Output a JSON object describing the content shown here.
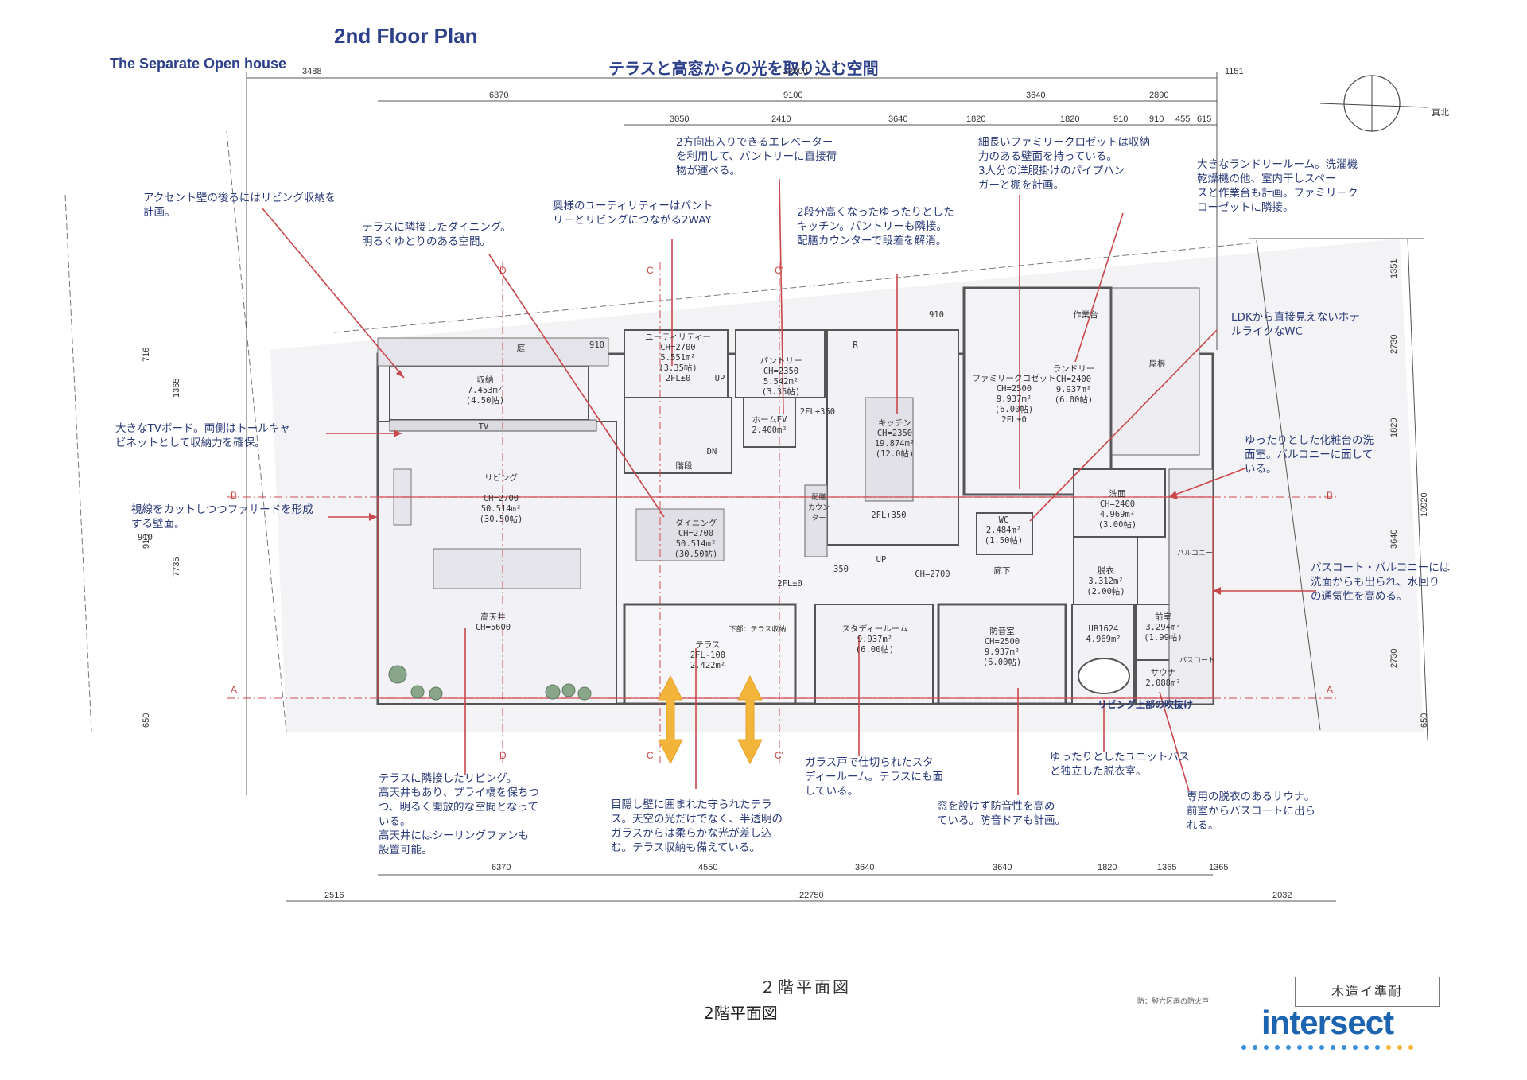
{
  "header": {
    "title": "2nd Floor Plan",
    "subtitle": "The Separate Open house",
    "concept": "テラスと高窓からの光を取り込む空間"
  },
  "notes": [
    {
      "id": "accent",
      "text": "アクセント壁の後ろにはリビング収納を\n計画。"
    },
    {
      "id": "dining",
      "text": "テラスに隣接したダイニング。\n明るくゆとりのある空間。"
    },
    {
      "id": "utility",
      "text": "奥様のユーティリティーはパント\nリーとリビングにつながる2WAY"
    },
    {
      "id": "elevator",
      "text": "2方向出入りできるエレベーター\nを利用して、パントリーに直接荷\n物が運べる。"
    },
    {
      "id": "kitchen",
      "text": "2段分高くなったゆったりとした\nキッチン。パントリーも隣接。\n配膳カウンターで段差を解消。"
    },
    {
      "id": "closet",
      "text": "細長いファミリークロゼットは収納\n力のある壁面を持っている。\n3人分の洋服掛けのパイプハン\nガーと棚を計画。"
    },
    {
      "id": "laundry",
      "text": "大きなランドリールーム。洗濯機\n乾燥機の他、室内干しスペー\nスと作業台も計画。ファミリーク\nローゼットに隣接。"
    },
    {
      "id": "wc",
      "text": "LDKから直接見えないホテ\nルライクなWC"
    },
    {
      "id": "tvboard",
      "text": "大きなTVボード。両側はトールキャ\nビネットとして収納力を確保。"
    },
    {
      "id": "facade",
      "text": "視線をカットしつつファサードを形成\nする壁面。"
    },
    {
      "id": "vanity",
      "text": "ゆったりとした化粧台の洗\n面室。バルコニーに面して\nいる。"
    },
    {
      "id": "bathcourt",
      "text": "バスコート・バルコニーには\n洗面からも出られ、水回り\nの通気性を高める。"
    },
    {
      "id": "living",
      "text": "テラスに隣接したリビング。\n高天井もあり、プライ橋を保ちつ\nつ、明るく開放的な空間となって\nいる。\n高天井にはシーリングファンも\n設置可能。"
    },
    {
      "id": "terrace",
      "text": "目隠し壁に囲まれた守られたテラ\nス。天空の光だけでなく、半透明の\nガラスからは柔らかな光が差し込\nむ。テラス収納も備えている。"
    },
    {
      "id": "study",
      "text": "ガラス戸で仕切られたスタ\nディールーム。テラスにも面\nしている。"
    },
    {
      "id": "soundproof",
      "text": "窓を設けず防音性を高め\nている。防音ドアも計画。"
    },
    {
      "id": "unitbath",
      "text": "ゆったりとしたユニットバス\nと独立した脱衣室。"
    },
    {
      "id": "sauna",
      "text": "専用の脱衣のあるサウナ。\n前室からバスコートに出ら\nれる。"
    }
  ],
  "rooms": [
    {
      "id": "storage",
      "text": "収納\n7.453m²\n(4.50帖)"
    },
    {
      "id": "living",
      "text": "リビング\n\nCH=2700\n50.514m²\n(30.50帖)"
    },
    {
      "id": "highceiling",
      "text": "高天井\nCH=5600"
    },
    {
      "id": "utility",
      "text": "ユーティリティー\nCH=2700\n5.551m²\n(3.35帖)\n2FL±0"
    },
    {
      "id": "pantry",
      "text": "パントリー\nCH=2350\n5.542m²\n(3.35帖)"
    },
    {
      "id": "homeev",
      "text": "ホームEV\n2.400m²"
    },
    {
      "id": "dining",
      "text": "ダイニング\nCH=2700\n50.514m²\n(30.50帖)"
    },
    {
      "id": "kitchen",
      "text": "キッチン\nCH=2350\n19.874m²\n(12.0帖)"
    },
    {
      "id": "familycloset",
      "text": "ファミリークロゼット\nCH=2500\n9.937m²\n(6.00帖)\n2FL±0"
    },
    {
      "id": "laundry",
      "text": "ランドリー\nCH=2400\n9.937m²\n(6.00帖)"
    },
    {
      "id": "roof",
      "text": "屋根"
    },
    {
      "id": "worktable",
      "text": "作業台"
    },
    {
      "id": "wc",
      "text": "WC\n2.484m²\n(1.50帖)"
    },
    {
      "id": "washroom",
      "text": "洗面\nCH=2400\n4.969m²\n(3.00帖)"
    },
    {
      "id": "dressing",
      "text": "脱衣\n3.312m²\n(2.00帖)"
    },
    {
      "id": "ub",
      "text": "UB1624\n4.969m²"
    },
    {
      "id": "anteroom",
      "text": "前室\n3.294m²\n(1.99帖)"
    },
    {
      "id": "sauna",
      "text": "サウナ\n2.088m²"
    },
    {
      "id": "terrace",
      "text": "テラス\n2FL-100\n2.422m²"
    },
    {
      "id": "study",
      "text": "スタディールーム\n9.937m²\n(6.00帖)"
    },
    {
      "id": "soundproof",
      "text": "防音室\nCH=2500\n9.937m²\n(6.00帖)"
    },
    {
      "id": "corridor",
      "text": "廊下"
    },
    {
      "id": "garden",
      "text": "庭"
    },
    {
      "id": "stairs",
      "text": "階段"
    }
  ],
  "small_labels": {
    "tv": "TV",
    "up1": "UP",
    "up2": "UP",
    "dn": "DN",
    "r": "R",
    "fl350_1": "2FL+350",
    "fl350_2": "2FL+350",
    "fl0": "2FL±0",
    "n350": "350",
    "ch2700": "CH=2700",
    "counter": "配膳\nカウンター",
    "balcony1": "バルコニー",
    "balcony2": "バスコート",
    "terrace_storage": "下部：テラス収納",
    "atrium": "リビング上部の吹抜け",
    "n910a": "910",
    "n910b": "910",
    "n910c": "910"
  },
  "dims_top": {
    "row1": [
      "3488",
      "22000",
      "1151"
    ],
    "row2": [
      "6370",
      "9100",
      "3640",
      "2890"
    ],
    "row3": [
      "3050",
      "2410",
      "3640",
      "1820",
      "1820",
      "910",
      "910",
      "455",
      "615"
    ]
  },
  "dims_bottom": {
    "row1": [
      "6370",
      "4550",
      "3640",
      "3640",
      "1820",
      "1365",
      "1365"
    ],
    "row2": [
      "2516",
      "22750",
      "2032"
    ]
  },
  "dims_left": [
    "716",
    "1365",
    "910",
    "7735",
    "650"
  ],
  "dims_right": [
    "1351",
    "2730",
    "1820",
    "3640",
    "10920",
    "2730",
    "650"
  ],
  "sections": [
    "D",
    "C",
    "C'",
    "B",
    "A"
  ],
  "north_label": "真北",
  "footer": {
    "caption_spaced": "２階平面図",
    "caption": "2階平面図",
    "fire_note": "防：竪穴区画の防火戸",
    "fireproof": "木造イ準耐",
    "logo": "intersect"
  },
  "colors": {
    "text_blue": "#2a3a78",
    "leader_red": "#c9474b",
    "arrow_yellow": "#f2b53a",
    "section_red": "#d04a50",
    "logo_blue": "#1d64b0"
  }
}
